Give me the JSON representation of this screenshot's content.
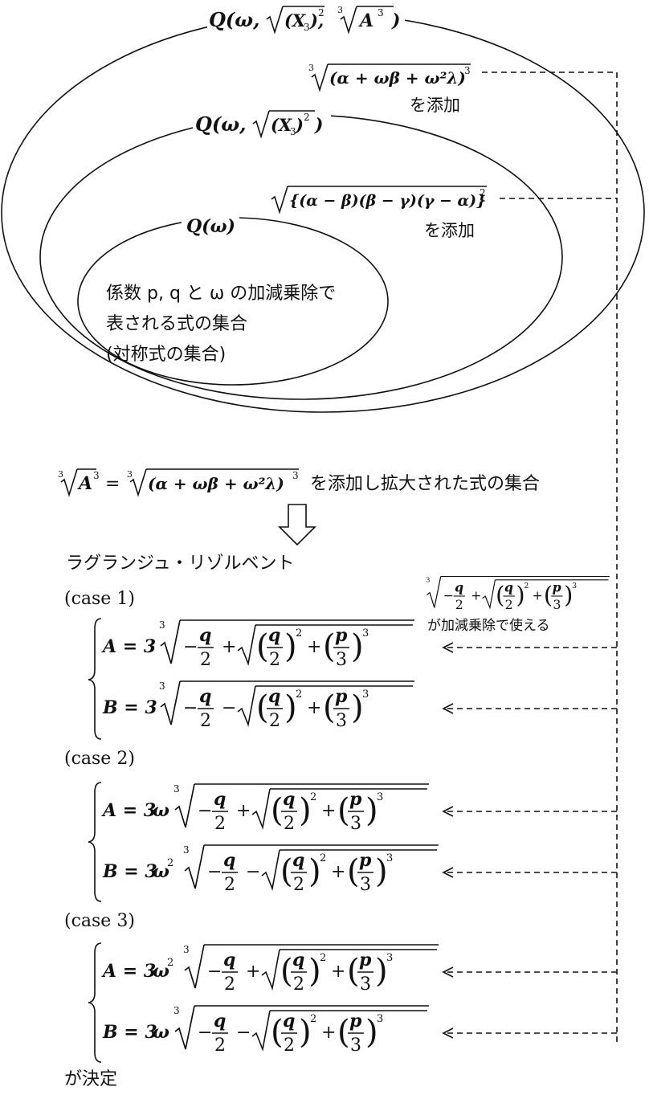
{
  "colors": {
    "ink": "#111111",
    "background": "#ffffff"
  },
  "fields": {
    "outer": {
      "label_prefix": "Q(ω, ",
      "label_x3": "(X",
      "label_mid": "), ",
      "label_a": "A",
      "label_end": ")"
    },
    "middle": {
      "label_prefix": "Q(ω, ",
      "label_x3": "(X",
      "label_end": ")"
    },
    "inner": {
      "label": "Q(ω)",
      "description": [
        "係数 p, q と ω の加減乗除で",
        "表される式の集合",
        "(対称式の集合)"
      ]
    }
  },
  "adjoin": {
    "cube_root": {
      "radicand": "(α + ωβ + ω²λ)",
      "exp": "3",
      "note": "を添加"
    },
    "square_root": {
      "radicand": "{(α − β)(β − γ)(γ − α)}",
      "exp": "2",
      "note": "を添加"
    }
  },
  "summary": {
    "lhs": "A",
    "radicand": "(α + ωβ + ω²λ)",
    "text": "を添加し拡大された式の集合"
  },
  "lagrange": {
    "title": "ラグランジュ・リゾルベント",
    "side_note": "が加減乗除で使える",
    "cases": [
      {
        "label": "(case 1)",
        "a": {
          "lhs": "A = 3",
          "omega": "",
          "power": ""
        },
        "b": {
          "lhs": "B = 3",
          "omega": "",
          "power": ""
        }
      },
      {
        "label": "(case 2)",
        "a": {
          "lhs": "A = 3",
          "omega": "ω",
          "power": ""
        },
        "b": {
          "lhs": "B = 3",
          "omega": "ω",
          "power": "2"
        }
      },
      {
        "label": "(case 3)",
        "a": {
          "lhs": "A = 3",
          "omega": "ω",
          "power": "2"
        },
        "b": {
          "lhs": "B = 3",
          "omega": "ω",
          "power": ""
        }
      }
    ],
    "conclusion": "が決定"
  },
  "formula": {
    "q": "q",
    "p": "p",
    "two": "2",
    "three": "3",
    "minus": "−",
    "plus": "+"
  }
}
